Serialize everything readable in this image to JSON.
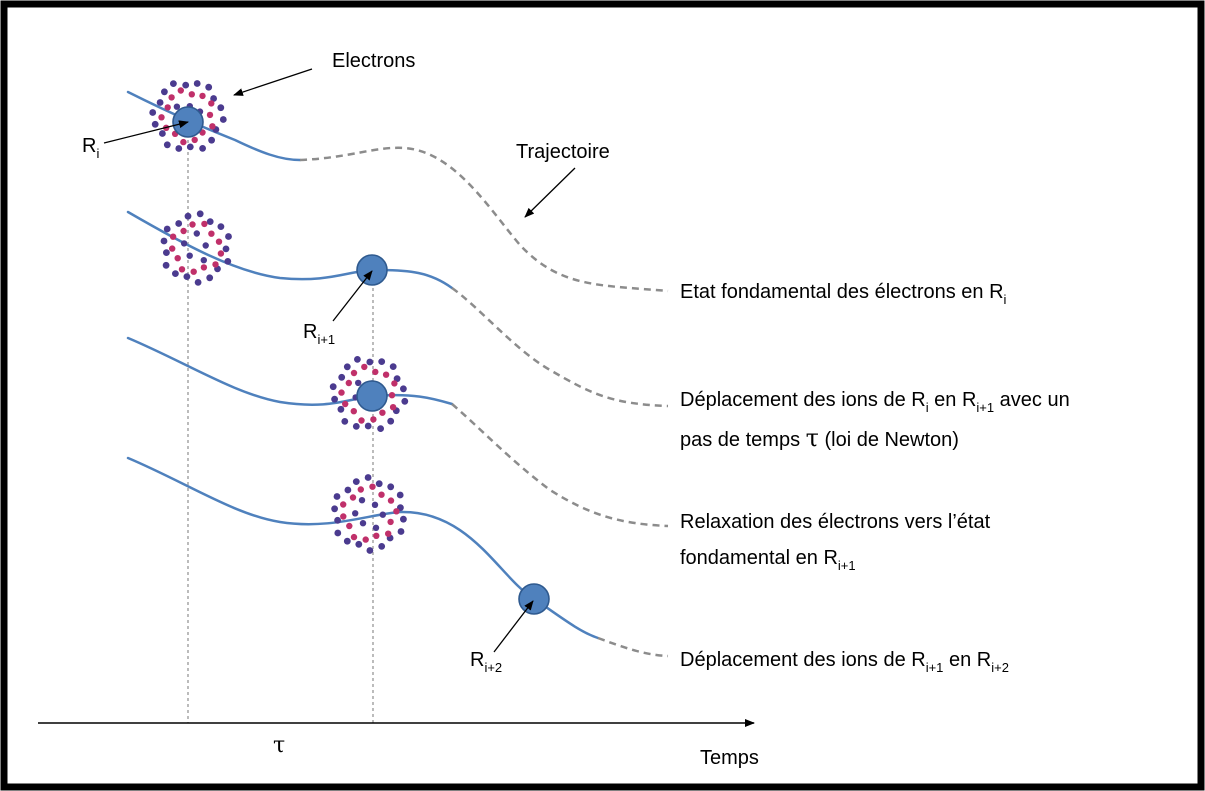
{
  "colors": {
    "trajectory_solid": "#4f81bd",
    "trajectory_dashed": "#8c8c8c",
    "ion_fill": "#4f81bd",
    "electron_outer": "#4b3b8f",
    "electron_inner": "#c0306a",
    "guide_line": "#b4b4b4"
  },
  "labels": {
    "electrons": "Electrons",
    "trajectoire": "Trajectoire",
    "axis": "Temps",
    "tau": "τ",
    "R": "R",
    "sub_i": "i",
    "sub_i1": "i+1",
    "sub_i2": "i+2"
  },
  "steps": [
    {
      "parts": [
        {
          "t": "Etat fondamental des électrons en R"
        },
        {
          "t": "i",
          "sub": true
        }
      ]
    },
    {
      "parts": [
        {
          "t": "Déplacement des ions de R"
        },
        {
          "t": "i",
          "sub": true
        },
        {
          "t": " en R"
        },
        {
          "t": "i+1",
          "sub": true
        },
        {
          "t": " avec un"
        }
      ],
      "line2": [
        {
          "t": "pas de temps "
        },
        {
          "t": "τ",
          "tau": true
        },
        {
          "t": " (loi de Newton)"
        }
      ]
    },
    {
      "parts": [
        {
          "t": "Relaxation des électrons vers l’état"
        }
      ],
      "line2": [
        {
          "t": "fondamental en R"
        },
        {
          "t": "i+1",
          "sub": true
        }
      ]
    },
    {
      "parts": [
        {
          "t": "Déplacement des ions de R"
        },
        {
          "t": "i+1",
          "sub": true
        },
        {
          "t": " en R"
        },
        {
          "t": "i+2",
          "sub": true
        }
      ]
    }
  ]
}
